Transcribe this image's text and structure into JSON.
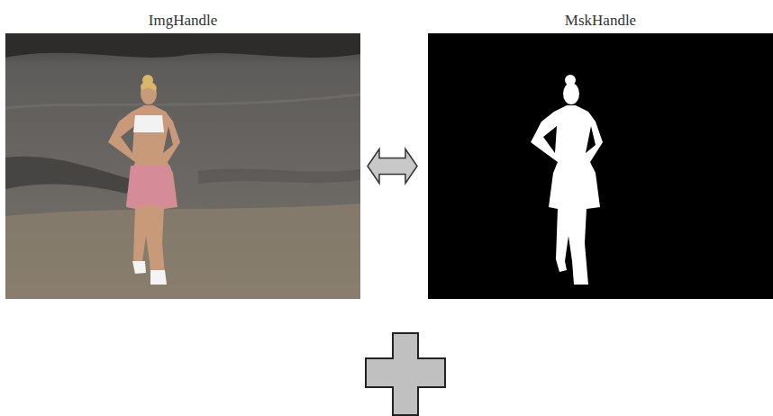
{
  "diagram": {
    "nodes": [
      {
        "text": [
          "ImgHandle"
        ]
      },
      {
        "text": [
          "MskHandle"
        ]
      }
    ],
    "edges": [
      {
        "from": 0,
        "to": 1,
        "arrow": "both"
      }
    ]
  }
}
